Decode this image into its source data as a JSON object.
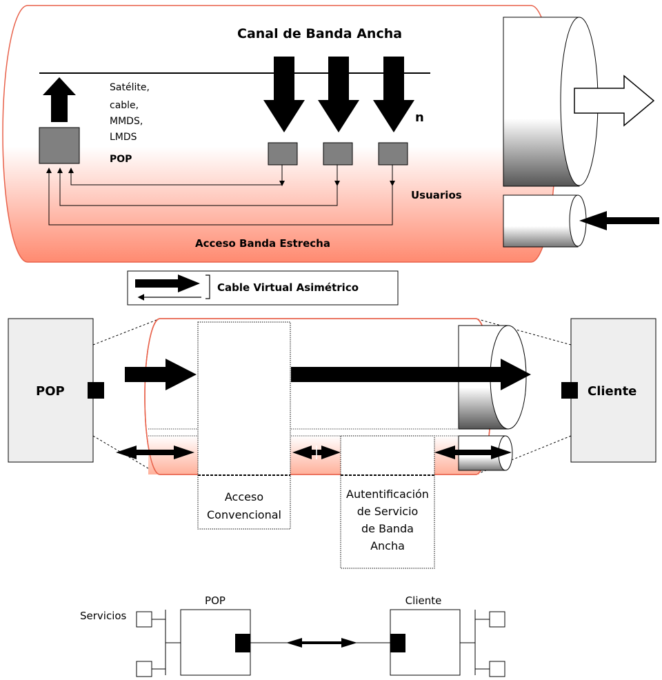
{
  "colors": {
    "pipe_gradient_top": "#ffffff",
    "pipe_gradient_bottom": "#ff8a70",
    "pipe_stroke": "#e8614a",
    "box_fill": "#808080",
    "panel_fill": "#eeeeee",
    "ink": "#000000"
  },
  "top_diagram": {
    "channel_title": "Canal de Banda Ancha",
    "media_lines": [
      "Satélite,",
      "cable,",
      "MMDS,",
      "LMDS"
    ],
    "pop_label": "POP",
    "n_label": "n",
    "users_label": "Usuarios",
    "narrowband_label": "Acceso Banda Estrecha"
  },
  "legend": {
    "label": "Cable Virtual Asimétrico"
  },
  "middle_diagram": {
    "pop_label": "POP",
    "client_label": "Cliente",
    "conventional_access_lines": [
      "Acceso",
      "Convencional"
    ],
    "authentication_lines": [
      "Autentificación",
      "de Servicio",
      "de Banda",
      "Ancha"
    ]
  },
  "bottom_diagram": {
    "services_label": "Servicios",
    "pop_label": "POP",
    "client_label": "Cliente"
  }
}
